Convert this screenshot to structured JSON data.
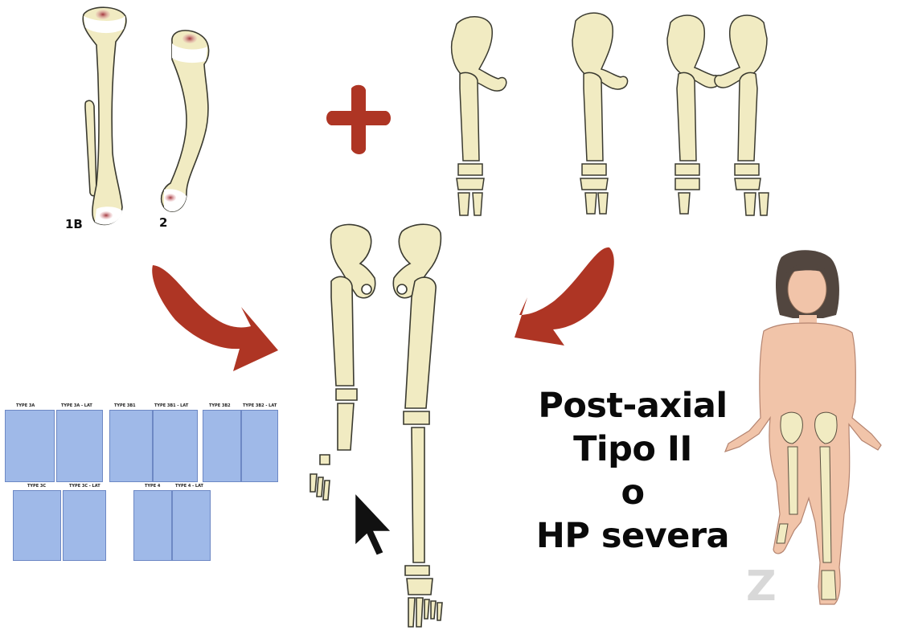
{
  "labels": {
    "bone_1b": "1B",
    "bone_2": "2"
  },
  "caption": {
    "line1": "Post-axial",
    "line2": "Tipo II",
    "line3": "o",
    "line4": "HP severa"
  },
  "type_thumbnails": [
    {
      "title": "TYPE 3A"
    },
    {
      "title": "TYPE 3A - LAT"
    },
    {
      "title": "TYPE 3B1"
    },
    {
      "title": "TYPE 3B1 - LAT"
    },
    {
      "title": "TYPE 3B2"
    },
    {
      "title": "TYPE 3B2 - LAT"
    },
    {
      "title": "TYPE 3C"
    },
    {
      "title": "TYPE 3C - LAT"
    },
    {
      "title": "TYPE 4"
    },
    {
      "title": "TYPE 4 - LAT"
    }
  ],
  "watermark": "Z",
  "colors": {
    "bone": "#f1ebc2",
    "bone_outline": "#3a3a30",
    "arrow": "#ae3524",
    "skin": "#f1c4a9",
    "thumb_bg": "#9fb9e8",
    "cartilage": "#c9ddf0"
  },
  "icons": [
    "plus-icon",
    "arrow-curved-right-icon",
    "arrow-curved-left-icon",
    "mouse-cursor-icon"
  ]
}
